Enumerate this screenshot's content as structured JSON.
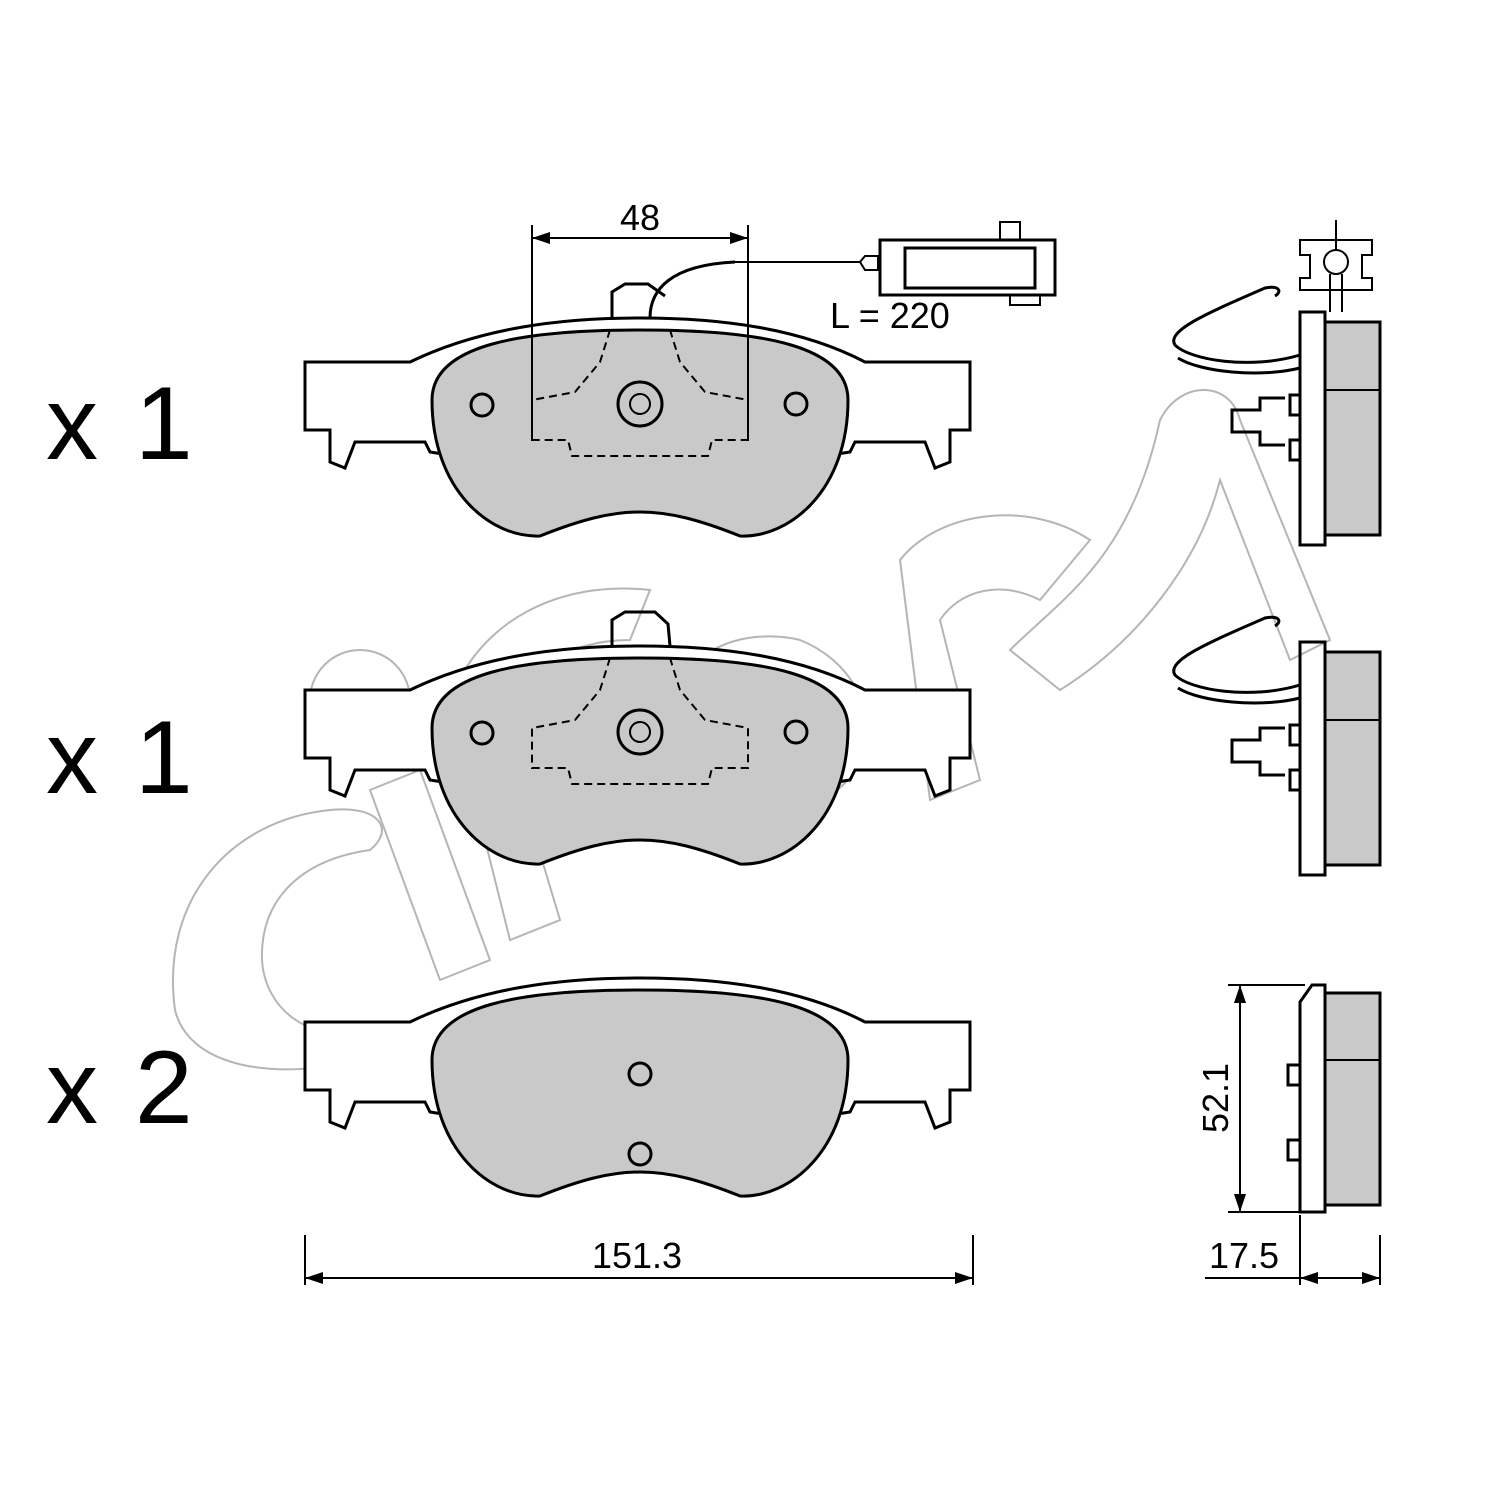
{
  "quantities": [
    "x 1",
    "x 1",
    "x 2"
  ],
  "dimensions": {
    "sensor_spacing": "48",
    "wire_length": "L = 220",
    "width": "151.3",
    "height": "52.1",
    "thickness": "17.5"
  },
  "colors": {
    "friction_material": "#c9c9c9",
    "outline": "#000000",
    "watermark": "#b5b5b5"
  }
}
